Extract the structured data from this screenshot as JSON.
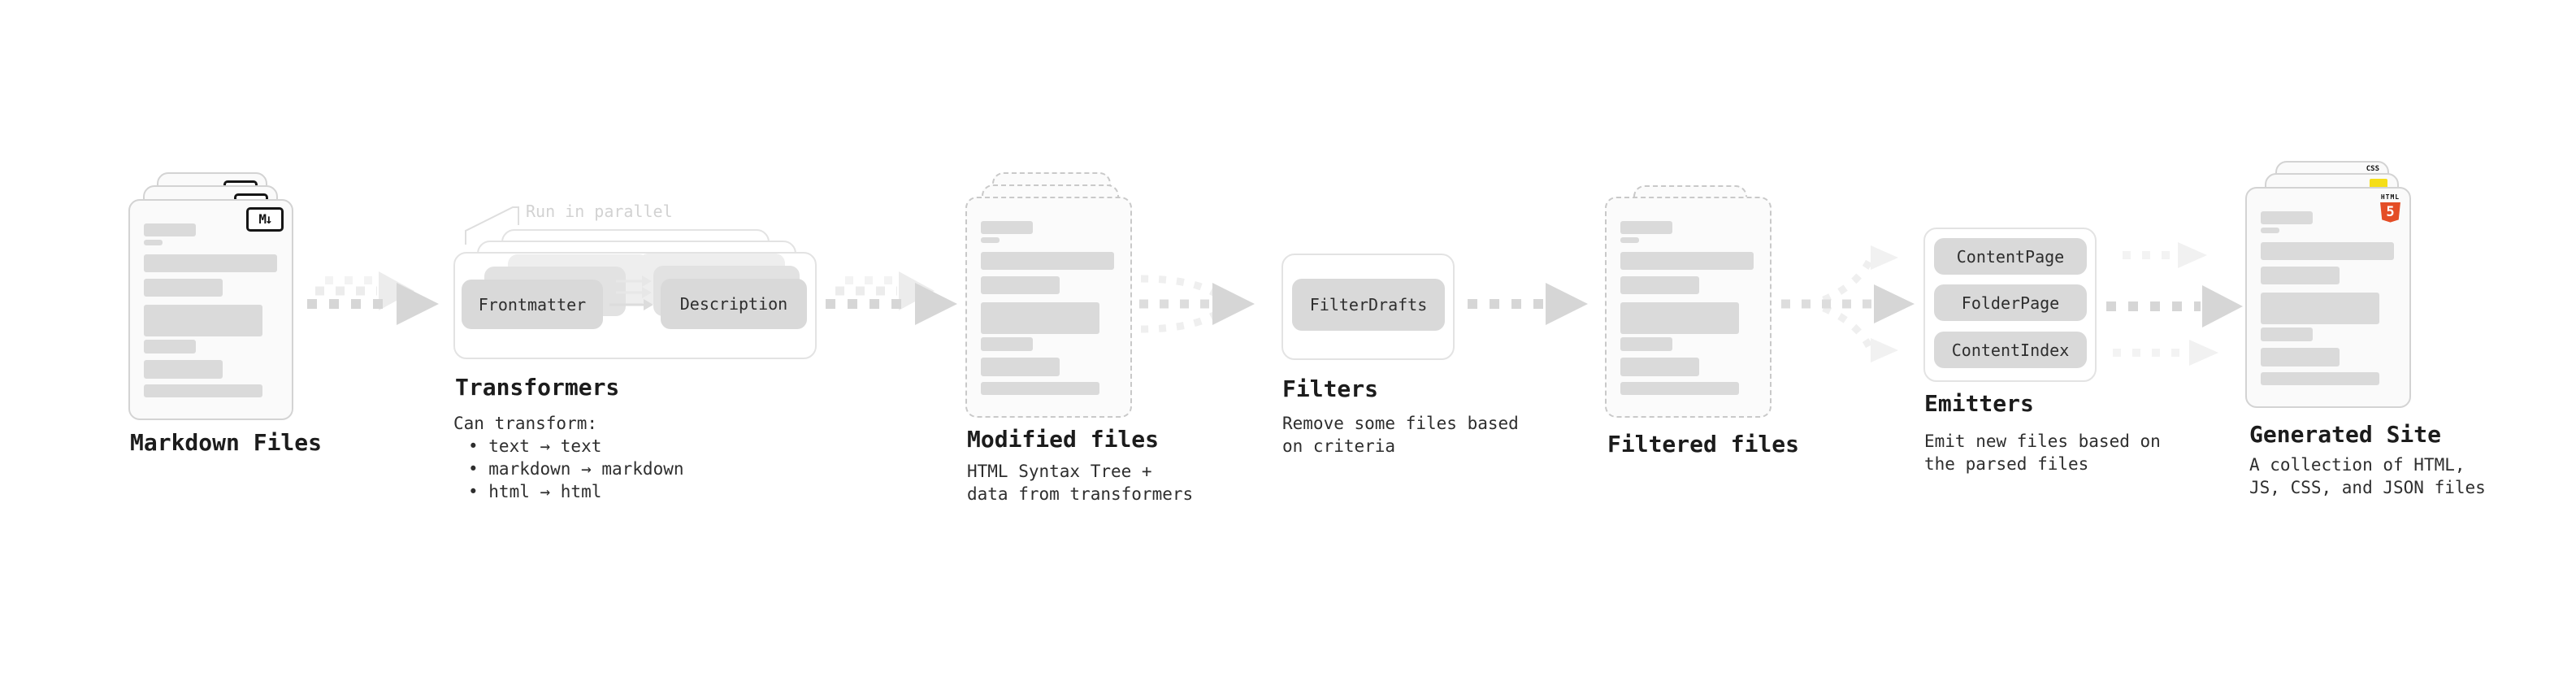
{
  "diagram": {
    "stages": {
      "markdown_files": {
        "label": "Markdown Files",
        "badge": "M↓"
      },
      "transformers": {
        "label": "Transformers",
        "annotation": "Run in parallel",
        "nodes": [
          "Frontmatter",
          "Description"
        ],
        "description_title": "Can transform:",
        "bullets": [
          "• text → text",
          "• markdown → markdown",
          "• html → html"
        ]
      },
      "modified_files": {
        "label": "Modified files",
        "description_lines": [
          "HTML Syntax Tree +",
          "data from transformers"
        ]
      },
      "filters": {
        "label": "Filters",
        "nodes": [
          "FilterDrafts"
        ],
        "description_lines": [
          "Remove some files based",
          "on criteria"
        ]
      },
      "filtered_files": {
        "label": "Filtered files"
      },
      "emitters": {
        "label": "Emitters",
        "nodes": [
          "ContentPage",
          "FolderPage",
          "ContentIndex"
        ],
        "description_lines": [
          "Emit new files based on",
          "the parsed files"
        ]
      },
      "generated_site": {
        "label": "Generated Site",
        "description_lines": [
          "A collection of HTML,",
          "JS, CSS, and JSON files"
        ],
        "badges": {
          "html": {
            "title": "HTML",
            "number": "5"
          },
          "css": "CSS"
        }
      }
    },
    "colors": {
      "html5_orange": "#e44d26",
      "js_yellow": "#f5de19",
      "css_blue": "#2f6fe4",
      "arrow_dark": "#d6d6d6",
      "arrow_light": "#ececec"
    }
  }
}
